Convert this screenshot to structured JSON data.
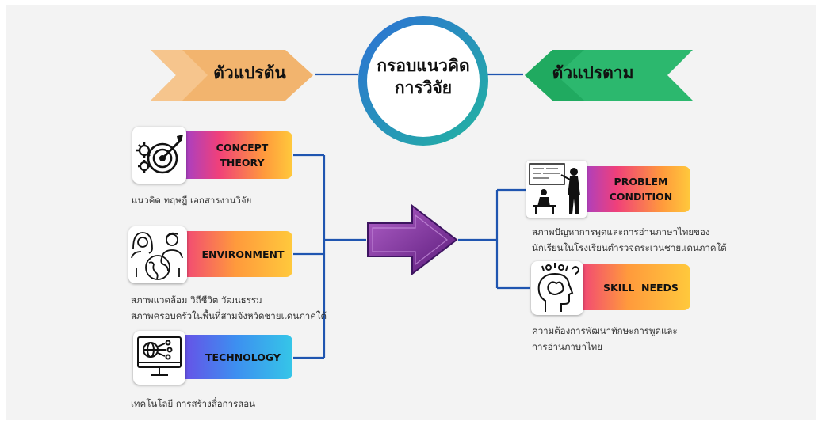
{
  "center_title": {
    "line1": "กรอบแนวคิด",
    "line2": "การวิจัย"
  },
  "independent_label": "ตัวแปรต้น",
  "dependent_label": "ตัวแปรตาม",
  "left_items": [
    {
      "pill_line1": "CONCEPT",
      "pill_line2": "THEORY",
      "icon": "target-gears-icon",
      "desc_line1": "แนวคิด ทฤษฎี เอกสารงานวิจัย",
      "desc_line2": ""
    },
    {
      "pill_line1": "ENVIRONMENT",
      "pill_line2": "",
      "icon": "people-globe-icon",
      "desc_line1": "สภาพแวดล้อม วิถีชีวิต วัฒนธรรม",
      "desc_line2": "สภาพครอบครัวในพื้นที่สามจังหวัดชายแดนภาคใต้"
    },
    {
      "pill_line1": "TECHNOLOGY",
      "pill_line2": "",
      "icon": "computer-network-icon",
      "desc_line1": "เทคโนโลยี การสร้างสื่อการสอน",
      "desc_line2": ""
    }
  ],
  "right_items": [
    {
      "pill_line1": "PROBLEM",
      "pill_line2": "CONDITION",
      "icon": "classroom-teacher-icon",
      "desc_line1": "สภาพปัญหาการพูดและการอ่านภาษาไทยของ",
      "desc_line2": "นักเรียนในโรงเรียนตำรวจตระเวนชายแดนภาคใต้"
    },
    {
      "pill_line1": "SKILL  NEEDS",
      "pill_line2": "",
      "icon": "head-ideas-icon",
      "desc_line1": "ความต้องการพัฒนาทักษะการพูดและ",
      "desc_line2": "การอ่านภาษาไทย"
    }
  ],
  "colors": {
    "pill_gradient": [
      "#9b3fd0",
      "#f0407a",
      "#ff9a3c",
      "#ffc93c"
    ],
    "technology_gradient": [
      "#6a4ce6",
      "#3d8ff0",
      "#35c6e8"
    ],
    "left_banner": "#f2b46e",
    "right_banner": "#2cb86e",
    "connector_line": "#1f55b0",
    "arrow_fill": "#7a2a9a",
    "circle_ring": [
      "#2d6fd6",
      "#22b5a0"
    ]
  }
}
